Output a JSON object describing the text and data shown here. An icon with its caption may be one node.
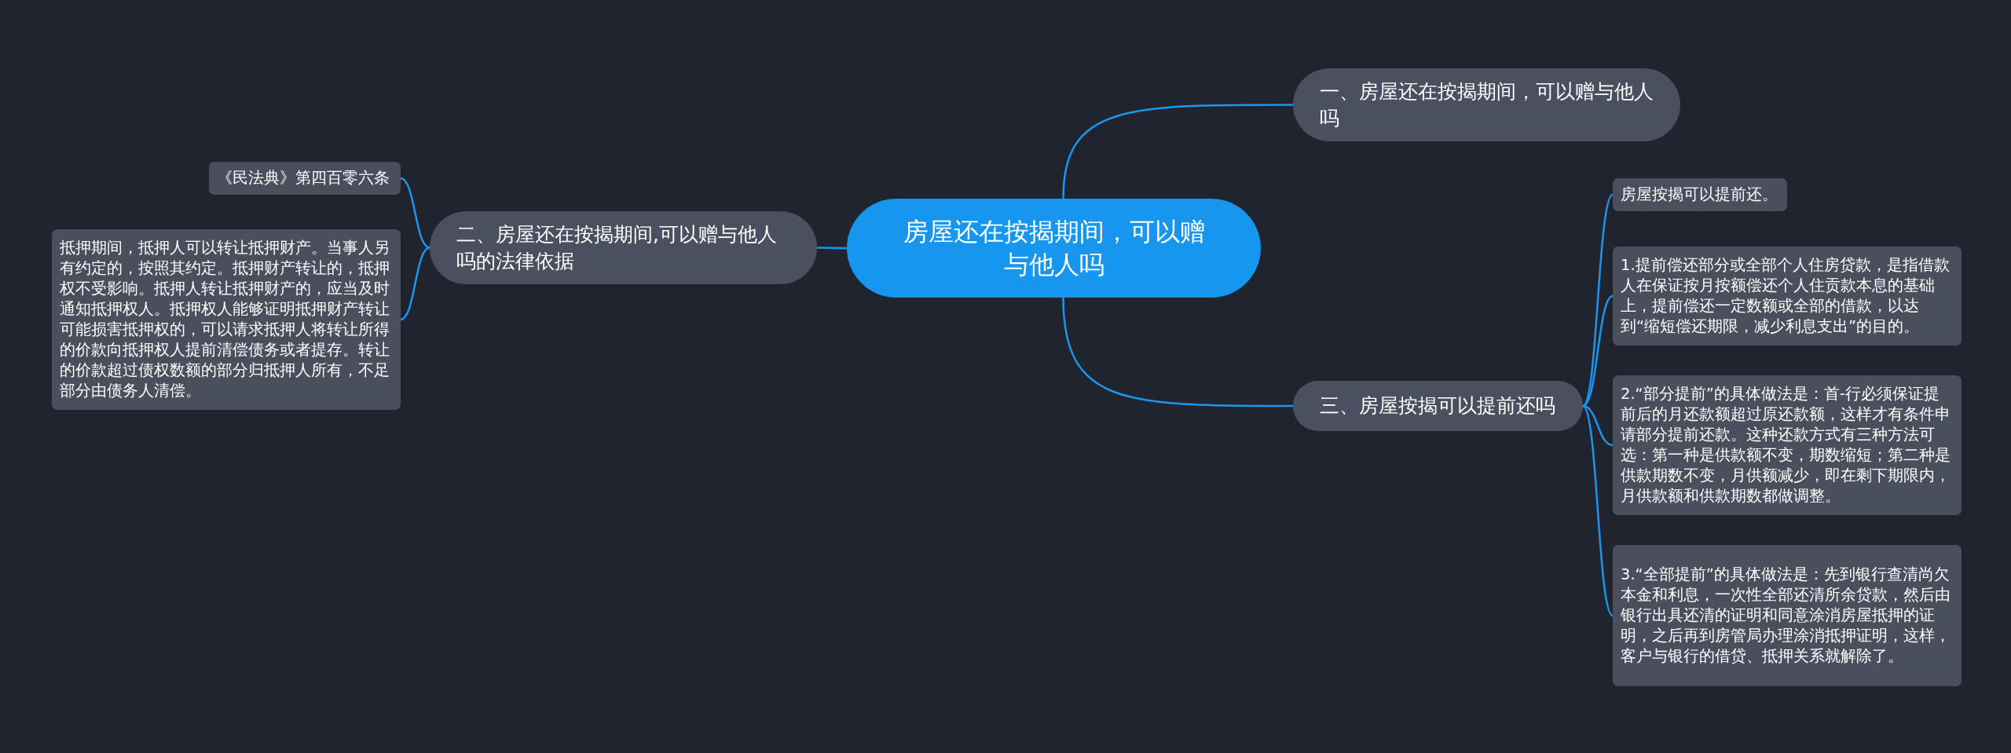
{
  "diagram": {
    "nodes": [
      {
        "text": [
          "房屋还在按揭期间，可以赠与他人吗"
        ]
      },
      {
        "text": [
          "一、房屋还在按揭期间，可以赠与他人吗"
        ]
      },
      {
        "text": [
          "二、房屋还在按揭期间,可以赠与他人吗的法律依据"
        ]
      },
      {
        "text": [
          "《民法典》第四百零六条"
        ]
      },
      {
        "text": [
          "抵押期间，抵押人可以转让抵押财产。当事人另有约定的，按照其约定。抵押财产转让的，抵押权不受影响。抵押人转让抵押财产的，应当及时通知抵押权人。抵押权人能够证明抵押财产转让可能损害抵押权的，可以请求抵押人将转让所得的价款向抵押权人提前清偿债务或者提存。转让的价款超过债权数额的部分归抵押人所有，不足部分由债务人清偿。"
        ]
      },
      {
        "text": [
          "三、房屋按揭可以提前还吗"
        ]
      },
      {
        "text": [
          "房屋按揭可以提前还。"
        ]
      },
      {
        "text": [
          "1.提前偿还部分或全部个人住房贷款，是指借款人在保证按月按额偿还个人住贡款本息的基础上，提前偿还一定数额或全部的借款，以达到“缩短偿还期限，减少利息支出”的目的。"
        ]
      },
      {
        "text": [
          "2.“部分提前”的具体做法是：首-行必须保证提前后的月还款额超过原还款额，这样才有条件申请部分提前还款。这种还款方式有三种方法可选：第一种是供款额不变，期数缩短；第二种是供款期数不变，月供额减少，即在剩下期限内，月供款额和供款期数都做调整。"
        ]
      },
      {
        "text": [
          "3.“全部提前”的具体做法是：先到银行查清尚欠本金和利息，一次性全部还清所余贷款，然后由银行出具还清的证明和同意涂消房屋抵押的证明，之后再到房管局办理涂消抵押证明，这样，客户与银行的借贷、抵押关系就解除了。"
        ]
      }
    ],
    "edges": [
      {
        "from": 0,
        "to": 1,
        "arrow": "none"
      },
      {
        "from": 0,
        "to": 2,
        "arrow": "none"
      },
      {
        "from": 0,
        "to": 5,
        "arrow": "none"
      },
      {
        "from": 2,
        "to": 3,
        "arrow": "none"
      },
      {
        "from": 2,
        "to": 4,
        "arrow": "none"
      },
      {
        "from": 5,
        "to": 6,
        "arrow": "none"
      },
      {
        "from": 5,
        "to": 7,
        "arrow": "none"
      },
      {
        "from": 5,
        "to": 8,
        "arrow": "none"
      },
      {
        "from": 5,
        "to": 9,
        "arrow": "none"
      }
    ]
  }
}
